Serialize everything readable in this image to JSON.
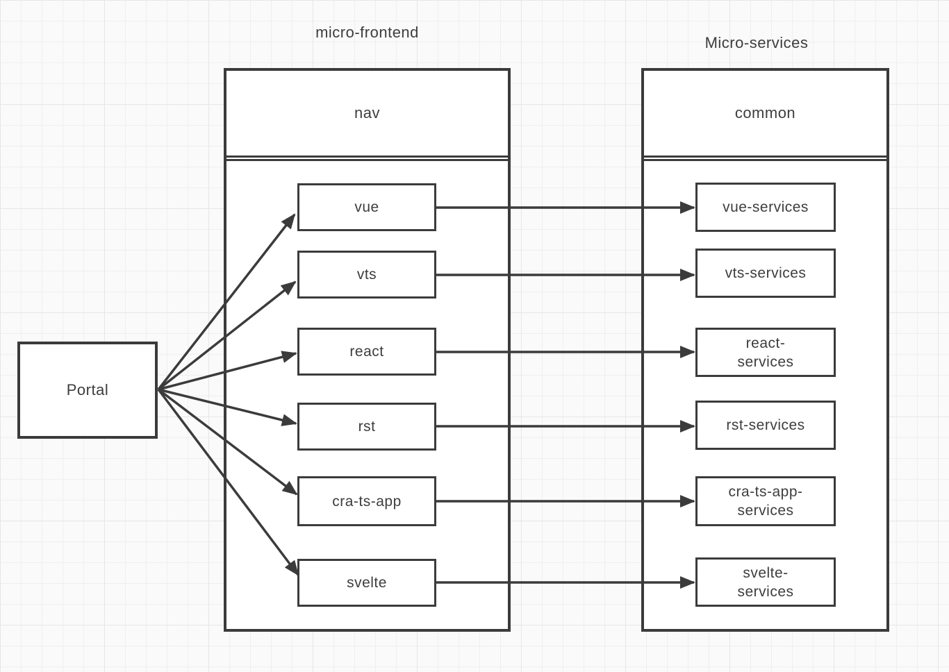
{
  "titles": {
    "frontend_group": "micro-frontend",
    "services_group": "Micro-services"
  },
  "portal": {
    "label": "Portal"
  },
  "frontend_container": {
    "header": "nav"
  },
  "services_container": {
    "header": "common"
  },
  "frontend_nodes": [
    {
      "id": "vue",
      "label": "vue"
    },
    {
      "id": "vts",
      "label": "vts"
    },
    {
      "id": "react",
      "label": "react"
    },
    {
      "id": "rst",
      "label": "rst"
    },
    {
      "id": "cra-ts-app",
      "label": "cra-ts-app"
    },
    {
      "id": "svelte",
      "label": "svelte"
    }
  ],
  "service_nodes": [
    {
      "id": "vue-services",
      "label": "vue-services"
    },
    {
      "id": "vts-services",
      "label": "vts-services"
    },
    {
      "id": "react-services",
      "label": "react-\nservices"
    },
    {
      "id": "rst-services",
      "label": "rst-services"
    },
    {
      "id": "cra-ts-app-services",
      "label": "cra-ts-app-\nservices"
    },
    {
      "id": "svelte-services",
      "label": "svelte-\nservices"
    }
  ],
  "edges": [
    {
      "from": "Portal",
      "to": "vue"
    },
    {
      "from": "Portal",
      "to": "vts"
    },
    {
      "from": "Portal",
      "to": "react"
    },
    {
      "from": "Portal",
      "to": "rst"
    },
    {
      "from": "Portal",
      "to": "cra-ts-app"
    },
    {
      "from": "Portal",
      "to": "svelte"
    },
    {
      "from": "vue",
      "to": "vue-services"
    },
    {
      "from": "vts",
      "to": "vts-services"
    },
    {
      "from": "react",
      "to": "react-services"
    },
    {
      "from": "rst",
      "to": "rst-services"
    },
    {
      "from": "cra-ts-app",
      "to": "cra-ts-app-services"
    },
    {
      "from": "svelte",
      "to": "svelte-services"
    }
  ],
  "colors": {
    "line": "#3b3b3b",
    "background": "#fafafa",
    "grid_minor": "#efefef",
    "grid_major": "#e6e6e6",
    "box_fill": "#ffffff"
  }
}
